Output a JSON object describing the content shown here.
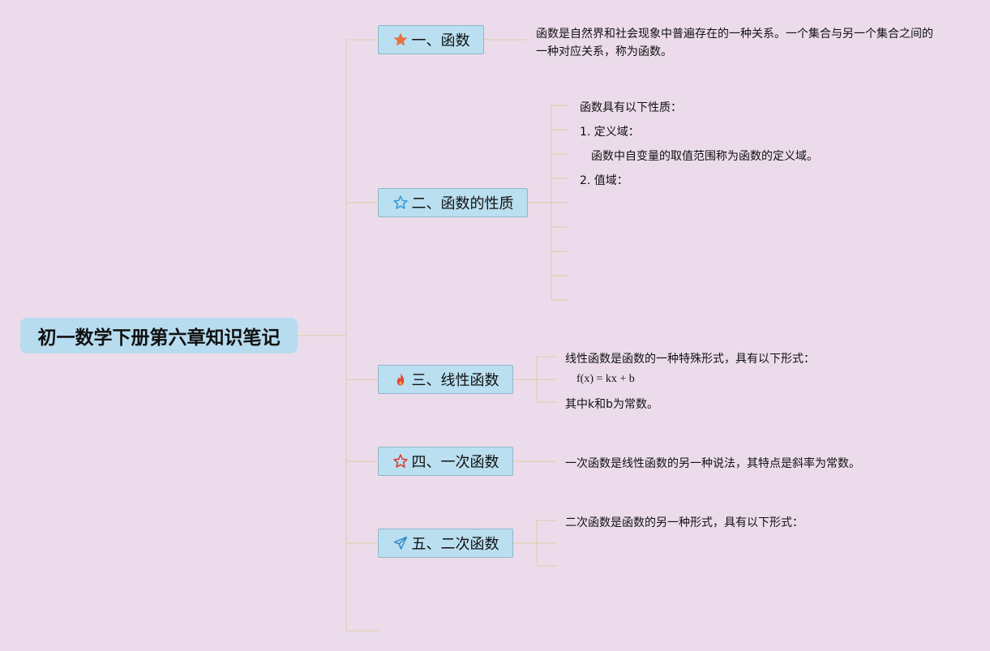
{
  "root": {
    "title": "初一数学下册第六章知识笔记"
  },
  "branches": [
    {
      "label": "一、函数",
      "icon": "filled-star-icon"
    },
    {
      "label": "二、函数的性质",
      "icon": "outline-star-icon"
    },
    {
      "label": "三、线性函数",
      "icon": "fire-icon"
    },
    {
      "label": "四、一次函数",
      "icon": "red-outline-star-icon"
    },
    {
      "label": "五、二次函数",
      "icon": "paper-plane-icon"
    }
  ],
  "leaves": {
    "b1": [
      "函数是自然界和社会现象中普遍存在的一种关系。一个集合与另一个集合之间的一种对应关系，称为函数。"
    ],
    "b2": [
      "函数具有以下性质：",
      "1. 定义域：",
      "函数中自变量的取值范围称为函数的定义域。",
      "2. 值域："
    ],
    "b3": [
      "线性函数是函数的一种特殊形式，具有以下形式：",
      "f(x) = kx + b",
      "其中k和b为常数。"
    ],
    "b4": [
      "一次函数是线性函数的另一种说法，其特点是斜率为常数。"
    ],
    "b5": [
      "二次函数是函数的另一种形式，具有以下形式："
    ]
  },
  "colors": {
    "background": "#ecdceb",
    "node_fill": "#b9dff0",
    "connector": "#e6d2b8"
  }
}
